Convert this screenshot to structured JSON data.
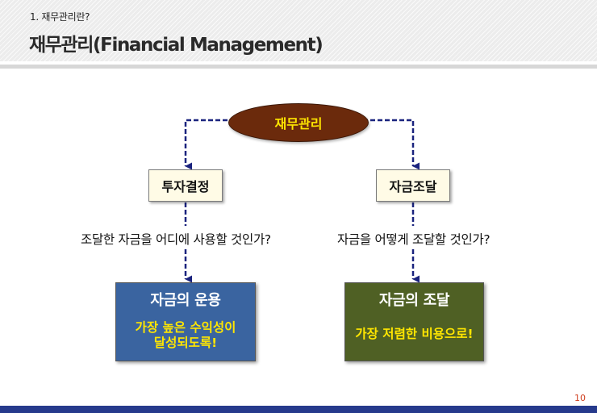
{
  "header": {
    "section_label": "1. 재무관리란?",
    "title": "재무관리(Financial Management)"
  },
  "diagram": {
    "root": "재무관리",
    "branches": [
      {
        "decision": "투자결정",
        "question": "조달한 자금을 어디에 사용할 것인가?",
        "outcome_title": "자금의 운용",
        "outcome_description": [
          "가장 높은 수익성이",
          "달성되도록!"
        ]
      },
      {
        "decision": "자금조달",
        "question": "자금을 어떻게 조달할 것인가?",
        "outcome_title": "자금의 조달",
        "outcome_description": [
          "가장 저렴한 비용으로!"
        ]
      }
    ]
  },
  "colors": {
    "root_fill": "#6b2a0c",
    "root_text": "#ffe600",
    "connector": "#1a237e",
    "outcome_left_fill": "#3a64a0",
    "outcome_right_fill": "#4f6024",
    "footer_bar": "#263a8c",
    "page_number": "#d04020"
  },
  "footer": {
    "page_number": "10"
  }
}
